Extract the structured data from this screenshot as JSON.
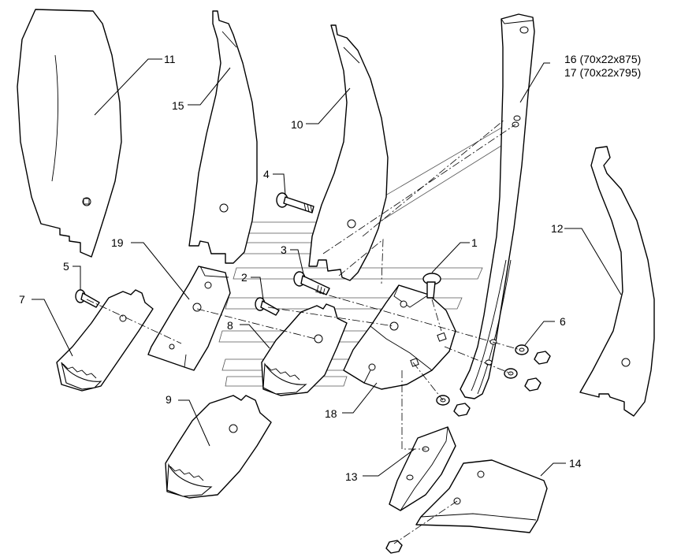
{
  "callouts": {
    "c1": "1",
    "c2": "2",
    "c3": "3",
    "c4": "4",
    "c5": "5",
    "c6": "6",
    "c7": "7",
    "c8": "8",
    "c9": "9",
    "c10": "10",
    "c11": "11",
    "c12": "12",
    "c13": "13",
    "c14": "14",
    "c16": "16 (70x22x875)",
    "c17": "17 (70x22x795)",
    "c15": "15",
    "c18": "18",
    "c19": "19"
  }
}
